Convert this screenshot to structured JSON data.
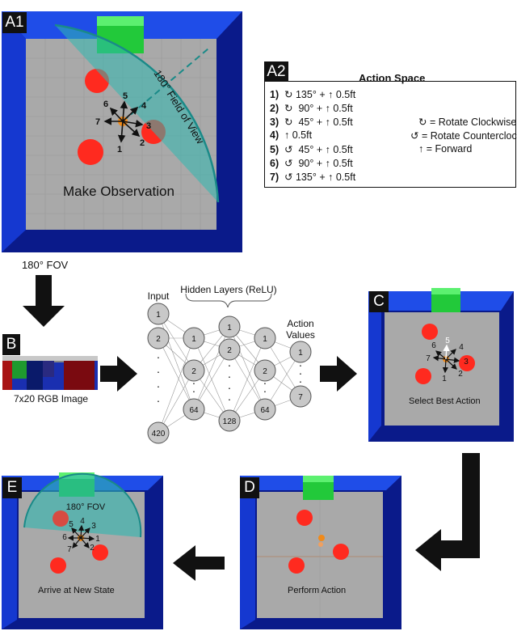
{
  "panels": {
    "a1": {
      "label": "A1",
      "observation": "Make Observation",
      "fov_arc_label": "180° Field of View",
      "arrow_labels": [
        "1",
        "2",
        "3",
        "4",
        "5",
        "6",
        "7"
      ]
    },
    "a2": {
      "label": "A2",
      "title": "Action Space"
    },
    "b": {
      "label": "B",
      "image_caption": "7x20 RGB Image",
      "fov_caption": "180° FOV"
    },
    "c": {
      "label": "C",
      "caption": "Select Best Action",
      "arrow_labels": [
        "1",
        "2",
        "3",
        "4",
        "5",
        "6",
        "7"
      ]
    },
    "d": {
      "label": "D",
      "caption": "Perform Action"
    },
    "e": {
      "label": "E",
      "caption": "Arrive at New State",
      "fov_label": "180° FOV",
      "arrow_labels": [
        "1",
        "2",
        "3",
        "4",
        "5",
        "6",
        "7"
      ]
    }
  },
  "actions": [
    {
      "num": "1)",
      "rot": "↻",
      "deg": "135°",
      "plus": "+",
      "fwd": "↑",
      "dist": "0.5ft"
    },
    {
      "num": "2)",
      "rot": "↻",
      "deg": "90°",
      "plus": "+",
      "fwd": "↑",
      "dist": "0.5ft"
    },
    {
      "num": "3)",
      "rot": "↻",
      "deg": "45°",
      "plus": "+",
      "fwd": "↑",
      "dist": "0.5ft"
    },
    {
      "num": "4)",
      "rot": "",
      "deg": "",
      "plus": "",
      "fwd": "↑",
      "dist": "0.5ft"
    },
    {
      "num": "5)",
      "rot": "↺",
      "deg": "45°",
      "plus": "+",
      "fwd": "↑",
      "dist": "0.5ft"
    },
    {
      "num": "6)",
      "rot": "↺",
      "deg": "90°",
      "plus": "+",
      "fwd": "↑",
      "dist": "0.5ft"
    },
    {
      "num": "7)",
      "rot": "↺",
      "deg": "135°",
      "plus": "+",
      "fwd": "↑",
      "dist": "0.5ft"
    }
  ],
  "legend": [
    {
      "symbol": "↻",
      "text": "= Rotate Clockwise"
    },
    {
      "symbol": "↺",
      "text": "= Rotate Counterclockwise"
    },
    {
      "symbol": "↑",
      "text": "= Forward"
    }
  ],
  "network": {
    "input_label": "Input",
    "hidden_label": "Hidden Layers (ReLU)",
    "output_label_1": "Action",
    "output_label_2": "Values",
    "input_nodes": [
      "1",
      "2",
      "420"
    ],
    "hidden1_nodes": [
      "1",
      "2",
      "64"
    ],
    "hidden2_nodes": [
      "1",
      "2",
      "128"
    ],
    "hidden3_nodes": [
      "1",
      "2",
      "64"
    ],
    "output_nodes": [
      "1",
      "7"
    ]
  },
  "colors": {
    "wall_dark": "#0a1a8a",
    "wall_mid": "#1238d8",
    "floor": "#a9a9a9",
    "goal": "#22c93a",
    "obstacle": "#ff2a1f",
    "agent": "#f08a1a",
    "fov": "#2fb8b0"
  }
}
